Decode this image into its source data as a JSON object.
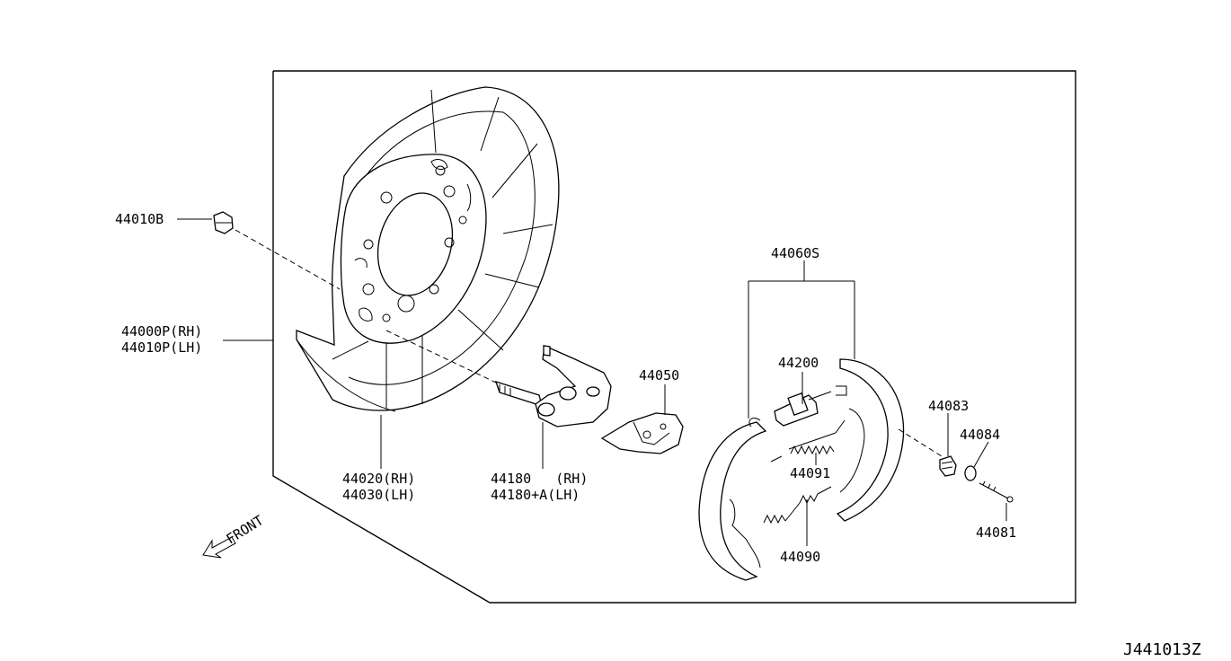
{
  "diagram_id": "J441013Z",
  "front_label": "FRONT",
  "labels": {
    "p44010B": "44010B",
    "p44000P": "44000P(RH)",
    "p44010P": "44010P(LH)",
    "p44020": "44020(RH)",
    "p44030": "44030(LH)",
    "p44180": "44180   (RH)",
    "p44180A": "44180+A(LH)",
    "p44050": "44050",
    "p44060S": "44060S",
    "p44200": "44200",
    "p44091": "44091",
    "p44090": "44090",
    "p44083": "44083",
    "p44084": "44084",
    "p44081": "44081"
  }
}
